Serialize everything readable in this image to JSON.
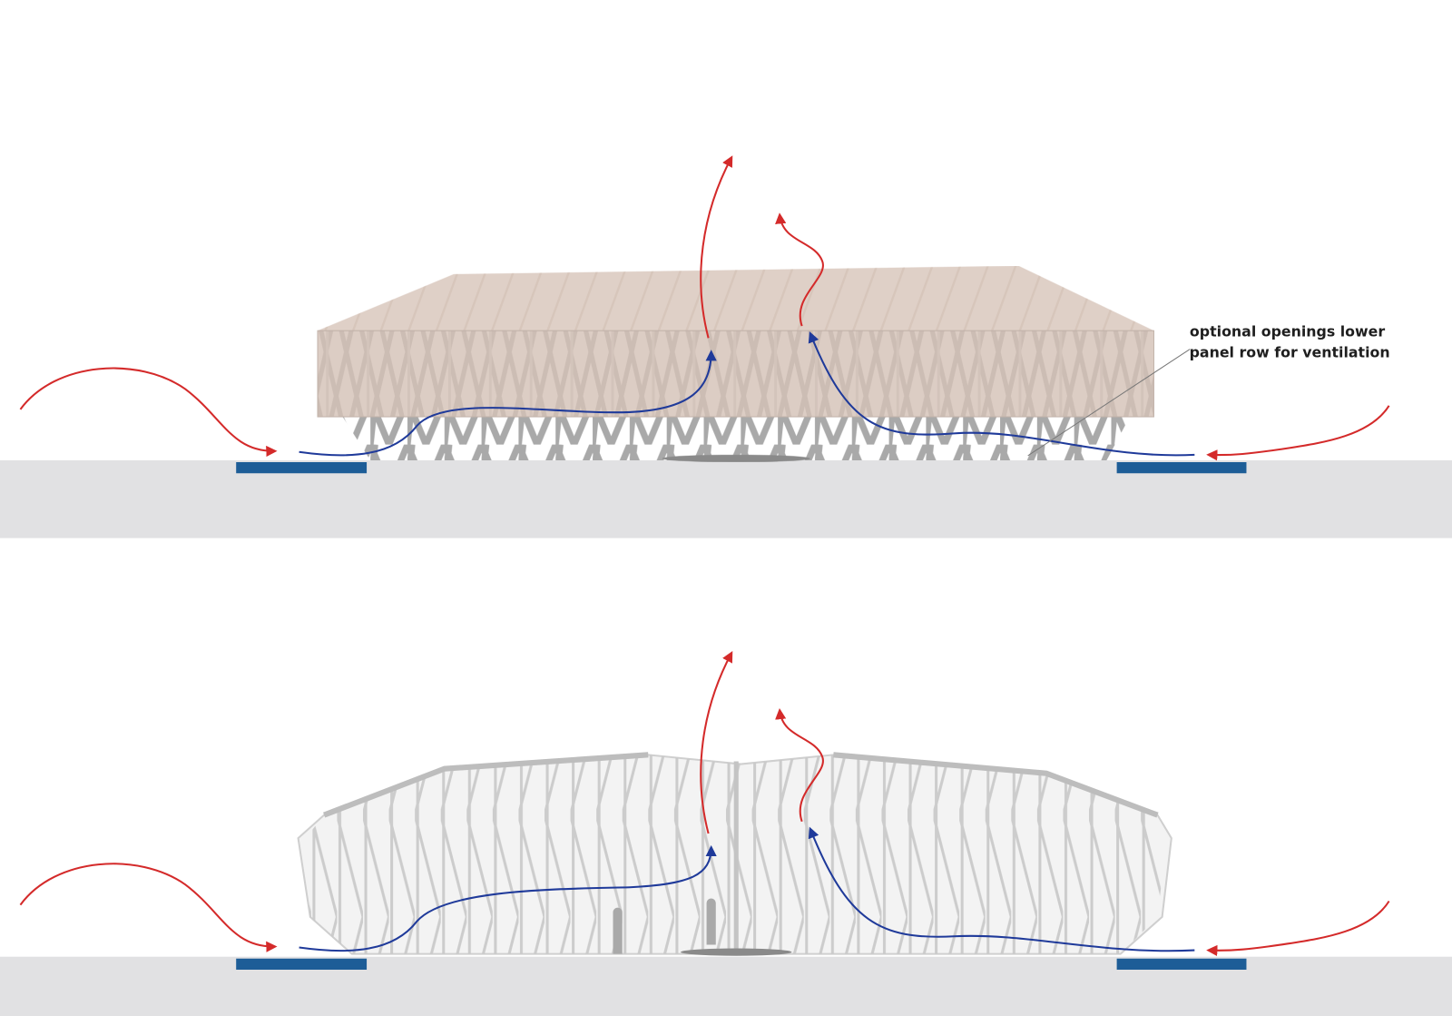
{
  "annotation": {
    "line1": "optional openings lower",
    "line2": "panel row for ventilation"
  },
  "panels": [
    {
      "name": "closed-pavilion",
      "state": "panels closed, roof skin"
    },
    {
      "name": "open-pavilion",
      "state": "panels opened"
    }
  ],
  "colors": {
    "warm_air": "#d42a2a",
    "cool_air": "#1f3a9a",
    "inlet": "#1d5d97",
    "ground": "#e1e1e3",
    "skin": "#d8c6bb",
    "structure": "#9a9a9a"
  }
}
